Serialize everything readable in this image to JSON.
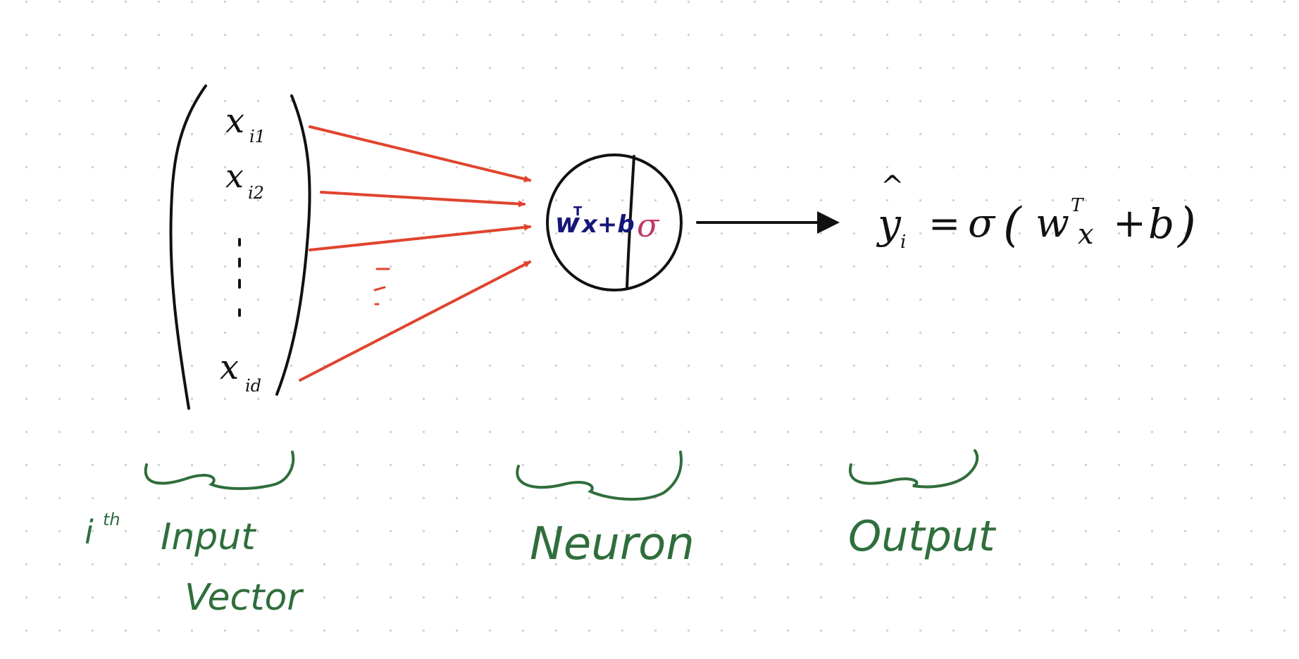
{
  "colors": {
    "ink": "#111111",
    "arrow": "#e0442e",
    "green": "#2f6e3c",
    "navy": "#16167a",
    "magenta": "#c03a66",
    "grid_dot": "#cfcfcf"
  },
  "input_vector": {
    "entries": [
      {
        "base": "x",
        "sub": "i1"
      },
      {
        "base": "x",
        "sub": "i2"
      },
      {
        "base": "x",
        "sub": "id"
      }
    ]
  },
  "neuron": {
    "linear_part": {
      "w": "w",
      "sup": "T",
      "rest": "x+b"
    },
    "activation": "σ"
  },
  "output_equation": {
    "lhs_base": "y",
    "lhs_hat": "^",
    "lhs_sub": "i",
    "equals": "=",
    "sigma": "σ",
    "open_paren": "(",
    "w": "w",
    "sup": "T",
    "x": "x",
    "plus": "+",
    "b": "b",
    "close_paren": ")"
  },
  "labels": {
    "input_sup_base": "i",
    "input_sup": "th",
    "input_line1": "Input",
    "input_line2": "Vector",
    "neuron": "Neuron",
    "output": "Output"
  }
}
